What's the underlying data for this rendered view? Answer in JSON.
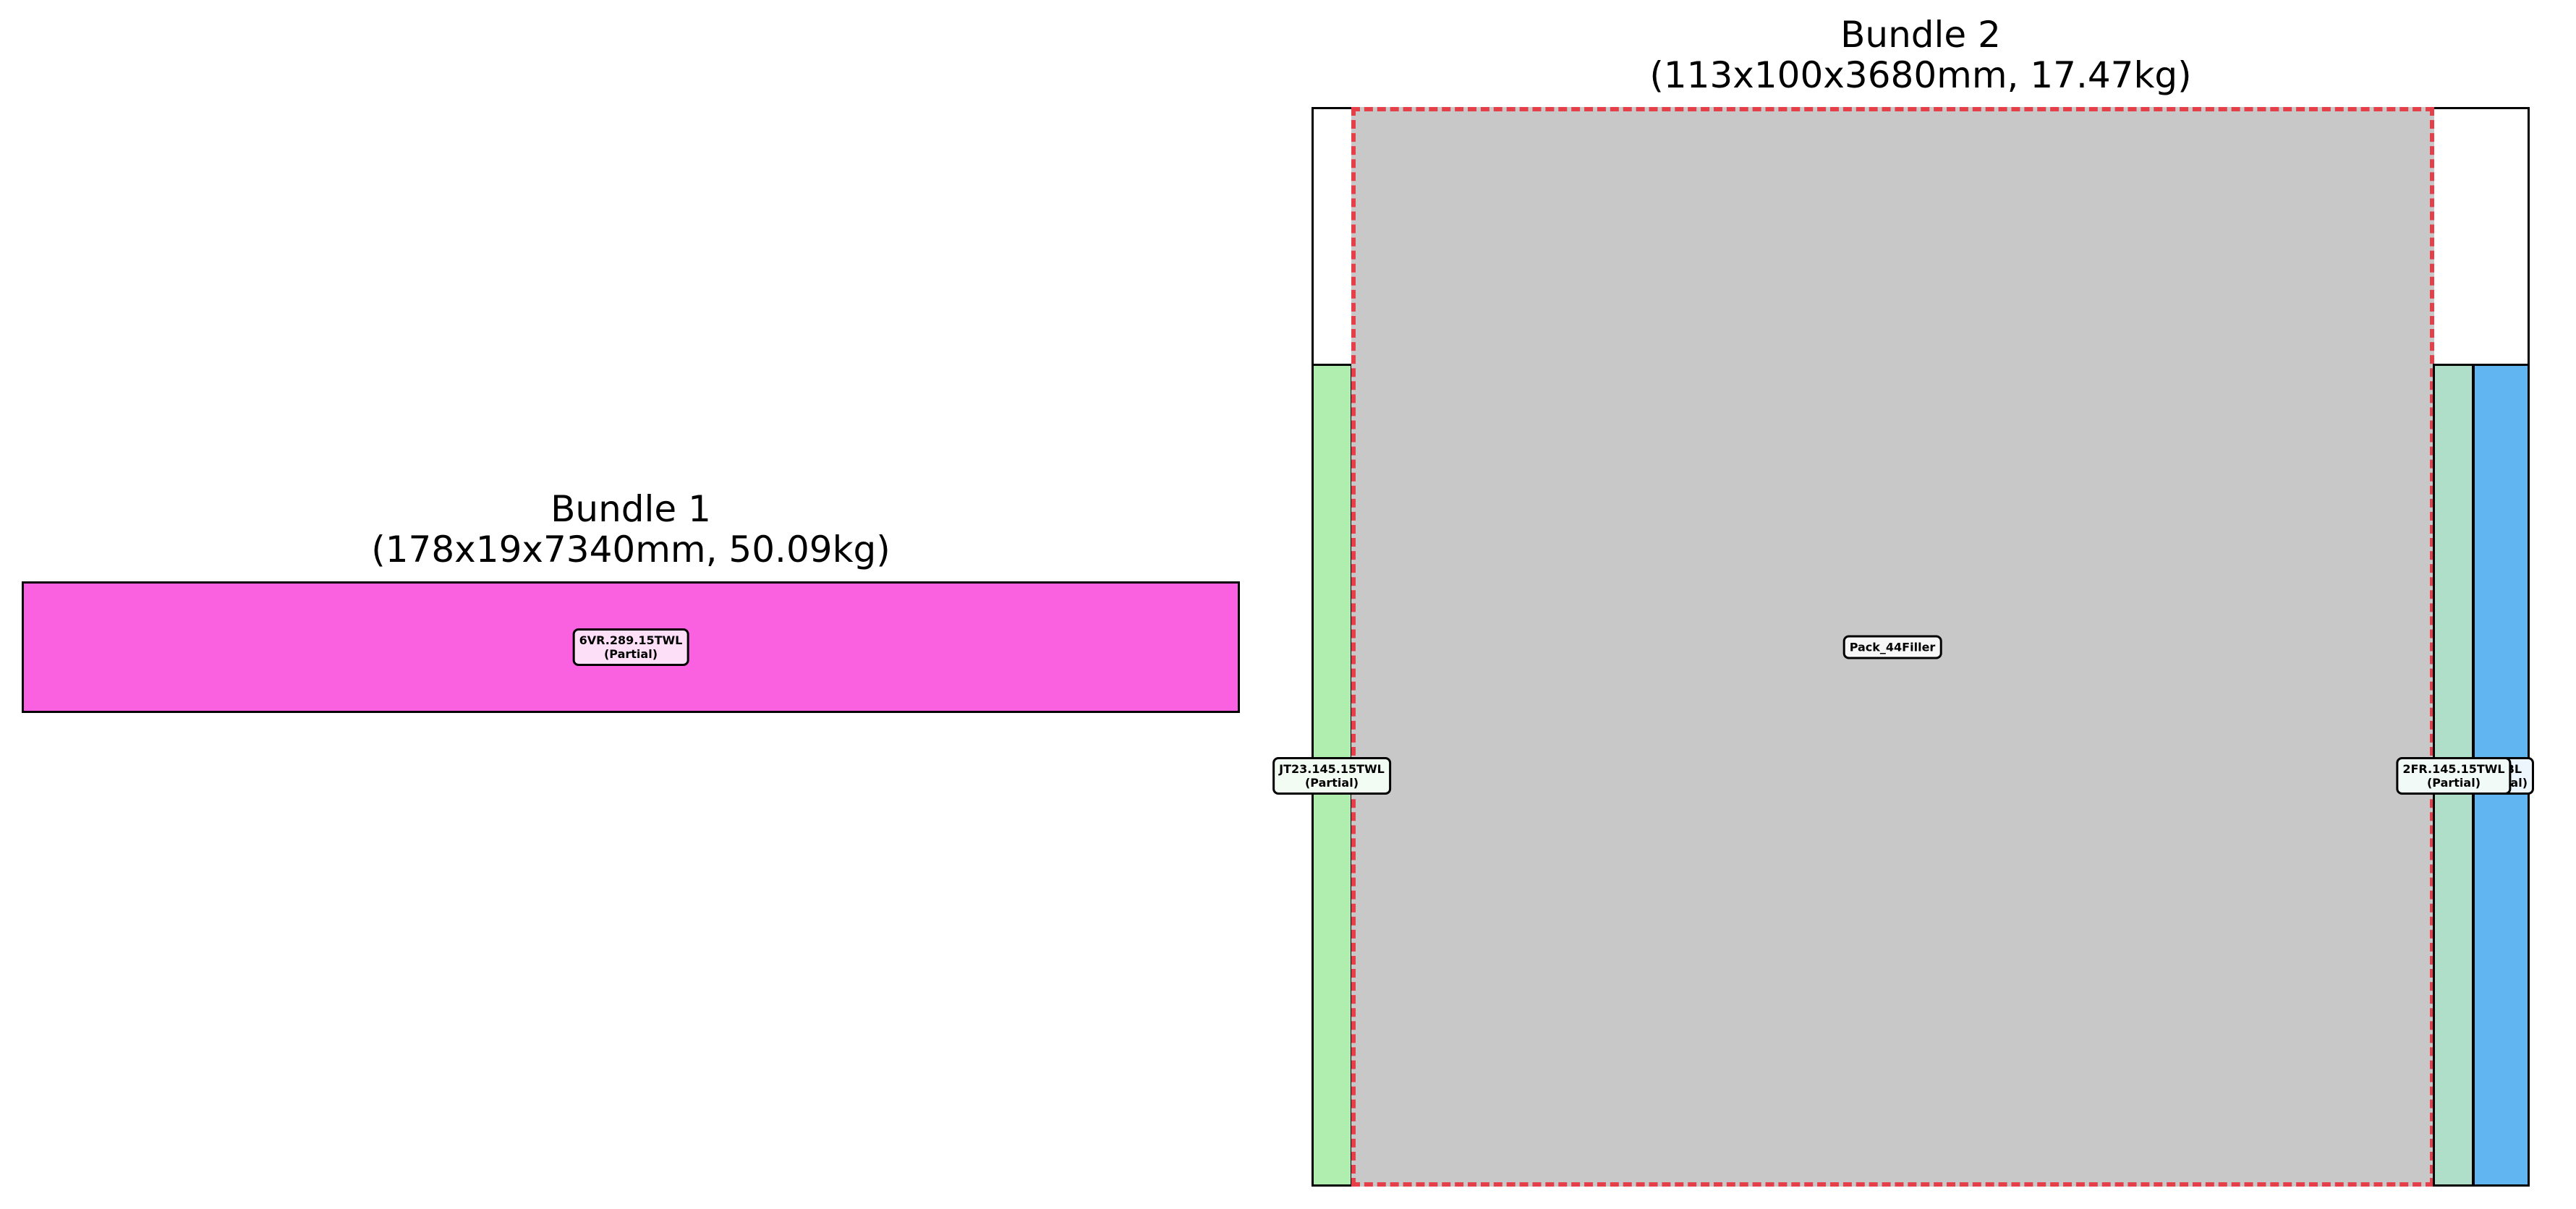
{
  "bundles": [
    {
      "title_line1": "Bundle 1",
      "title_line2": "(178x19x7340mm, 50.09kg)",
      "pieces": [
        {
          "name": "6VR.289.15TWL",
          "note": "(Partial)",
          "color": "#f961e1",
          "label_bg": "#fde0f8"
        }
      ]
    },
    {
      "title_line1": "Bundle 2",
      "title_line2": "(113x100x3680mm, 17.47kg)",
      "pieces": [
        {
          "name": "JT23.145.15TWL",
          "note": "(Partial)",
          "color": "#b0eeb0",
          "label_bg": "#f2fcf2"
        },
        {
          "name": "Pack_44Filler",
          "note": "",
          "color": "#c8c8c8",
          "label_bg": "#f7f7f7",
          "outline_color": "#e5404a"
        },
        {
          "name": "2FR.145.15TWL",
          "note": "(Partial)",
          "color": "#b0dfc9",
          "label_bg": "#f1faf6"
        },
        {
          "name": "15OBL",
          "note": "(Partial)",
          "color": "#61b6f1",
          "label_bg": "#eef6fd"
        }
      ]
    }
  ]
}
